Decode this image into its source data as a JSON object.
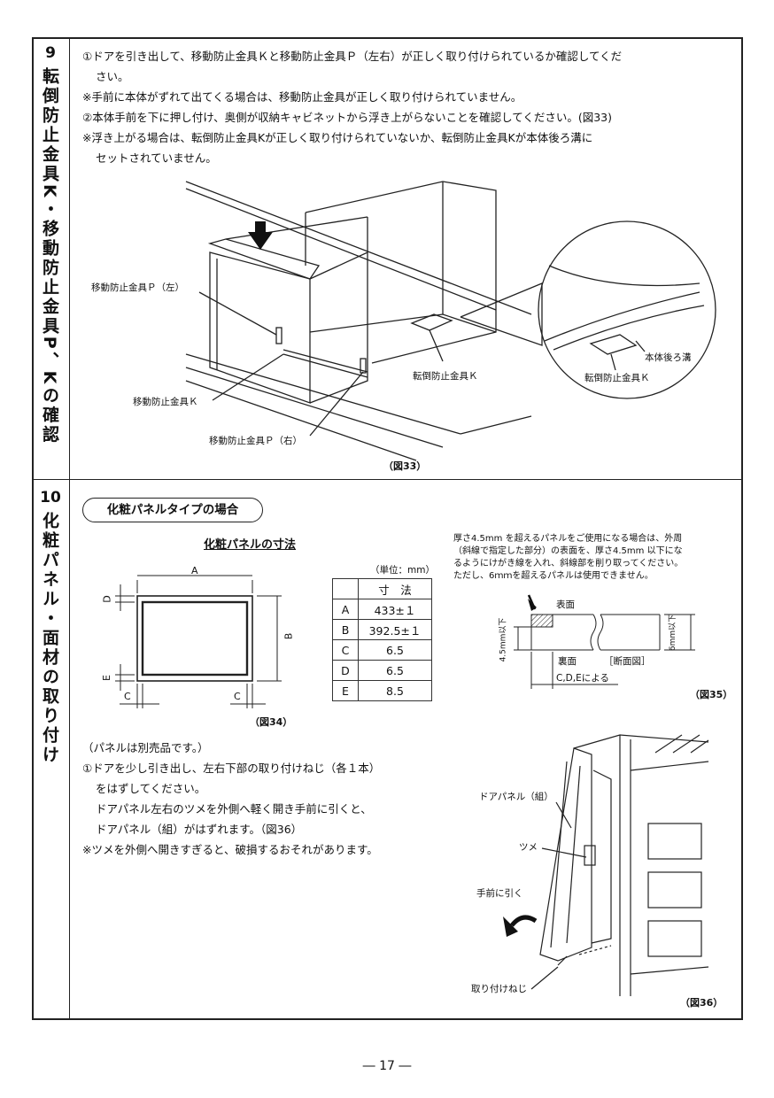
{
  "section9": {
    "number": "9",
    "title": "転倒防止金具K・移動防止金具P、Kの確認",
    "lines": [
      "①ドアを引き出して、移動防止金具Ｋと移動防止金具Ｐ（左右）が正しく取り付けられているか確認してくだ",
      "さい。",
      "※手前に本体がずれて出てくる場合は、移動防止金具が正しく取り付けられていません。",
      "②本体手前を下に押し付け、奥側が収納キャビネットから浮き上がらないことを確認してください。(図33)",
      "※浮き上がる場合は、転倒防止金具Kが正しく取り付けられていないか、転倒防止金具Kが本体後ろ溝に",
      "セットされていません。"
    ],
    "fig33_labels": {
      "p_left": "移動防止金具Ｐ（左）",
      "k_tip": "転倒防止金具Ｋ",
      "k_move": "移動防止金具Ｋ",
      "p_right": "移動防止金具Ｐ（右）",
      "groove": "本体後ろ溝",
      "k_tip_zoom": "転倒防止金具Ｋ"
    },
    "fig33_caption": "（図33）"
  },
  "section10": {
    "number": "10",
    "title": "化粧パネル・面材の取り付け",
    "pill": "化粧パネルタイプの場合",
    "subhead": "化粧パネルの寸法",
    "unit": "（単位：mm）",
    "table_header": "寸　法",
    "table_rows": [
      {
        "key": "A",
        "value": "433±１"
      },
      {
        "key": "B",
        "value": "392.5±１"
      },
      {
        "key": "C",
        "value": "6.5"
      },
      {
        "key": "D",
        "value": "6.5"
      },
      {
        "key": "E",
        "value": "8.5"
      }
    ],
    "fig34_dim_labels": {
      "a": "A",
      "b": "B",
      "c1": "C",
      "c2": "C",
      "d": "D",
      "e": "E"
    },
    "fig34_caption": "（図34）",
    "thickness_note": [
      "厚さ4.5mm を超えるパネルをご使用になる場合は、外周",
      "（斜線で指定した部分）の表面を、厚さ4.5mm 以下にな",
      "るようにけがき線を入れ、斜線部を削り取ってください。",
      "ただし、6ｍｍを超えるパネルは使用できません。"
    ],
    "fig35_labels": {
      "front": "表面",
      "back": "裏面",
      "section": "［断面図］",
      "left_dim": "4.5mm以下",
      "right_dim": "6mm以下",
      "cde": "C,D,Eによる"
    },
    "fig35_caption": "（図35）",
    "body": [
      "（パネルは別売品です。）",
      "①ドアを少し引き出し、左右下部の取り付けねじ（各１本）",
      "をはずしてください。",
      "ドアパネル左右のツメを外側へ軽く開き手前に引くと、",
      "ドアパネル（組）がはずれます。（図36）",
      "※ツメを外側へ開きすぎると、破損するおそれがあります。"
    ],
    "fig36_labels": {
      "door_panel": "ドアパネル（組）",
      "tsume": "ツメ",
      "pull": "手前に引く",
      "screw": "取り付けねじ"
    },
    "fig36_caption": "（図36）"
  },
  "page_number": "― 17 ―"
}
